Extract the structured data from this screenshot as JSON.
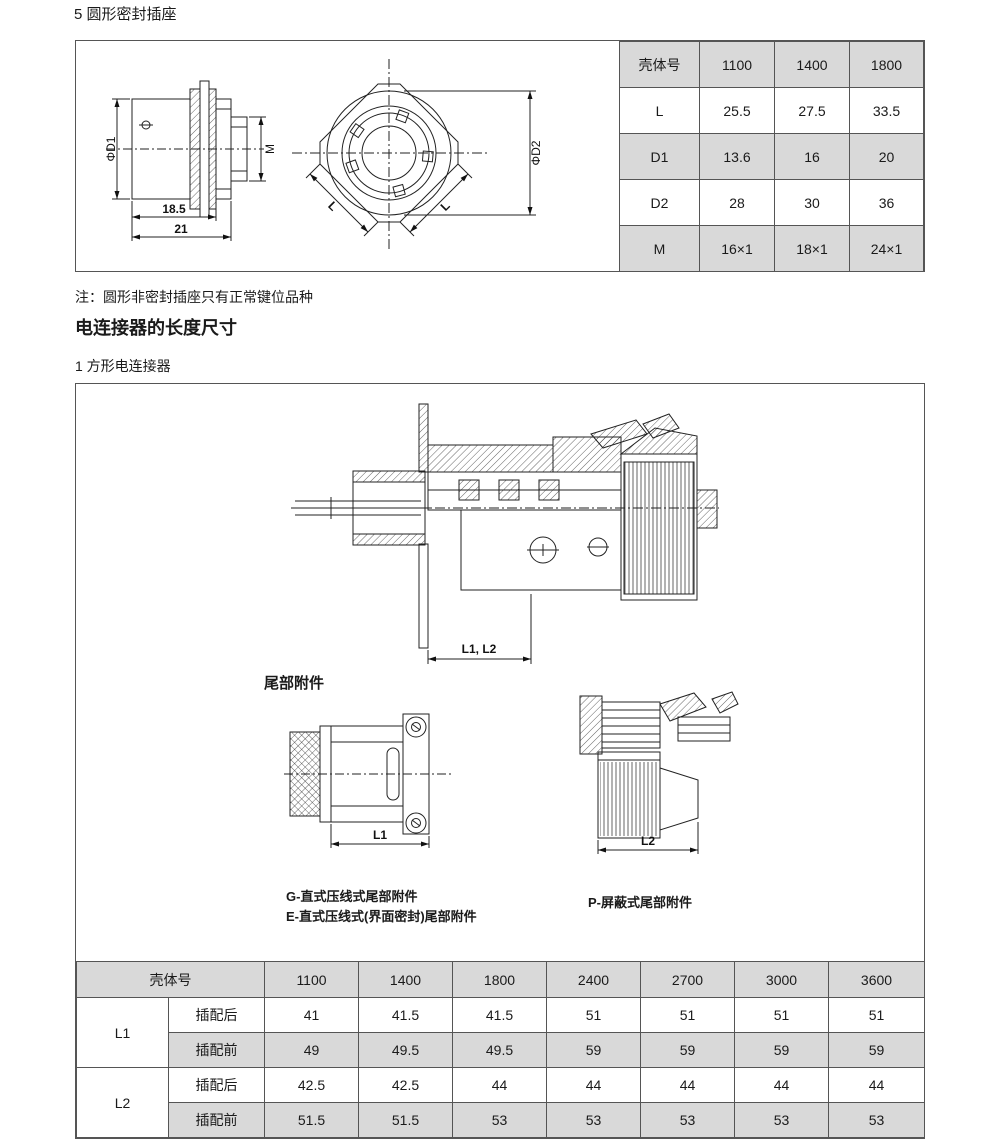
{
  "accent": {
    "cell_gray": "#d9d9d9",
    "line": "#555555"
  },
  "section5": {
    "title": "5 圆形密封插座",
    "note": "注：圆形非密封插座只有正常键位品种"
  },
  "length_section": {
    "title": "电连接器的长度尺寸",
    "sub_title": "1 方形电连接器",
    "tail_title": "尾部附件",
    "dim_label": "L1, L2",
    "l1_label": "L1",
    "l2_label": "L2",
    "g_caption": "G-直式压线式尾部附件",
    "e_caption": "E-直式压线式(界面密封)尾部附件",
    "p_caption": "P-屏蔽式尾部附件"
  },
  "drawing_round": {
    "phi_d1": "ΦD1",
    "m": "M",
    "dim_18_5": "18.5",
    "dim_21": "21",
    "phi_d2": "ΦD2",
    "l_left": "L",
    "l_right": "L"
  },
  "table_round": {
    "headers": [
      "壳体号",
      "1100",
      "1400",
      "1800"
    ],
    "rows": [
      {
        "label": "L",
        "values": [
          "25.5",
          "27.5",
          "33.5"
        ]
      },
      {
        "label": "D1",
        "values": [
          "13.6",
          "16",
          "20"
        ]
      },
      {
        "label": "D2",
        "values": [
          "28",
          "30",
          "36"
        ]
      },
      {
        "label": "M",
        "values": [
          "16×1",
          "18×1",
          "24×1"
        ]
      }
    ]
  },
  "table_length": {
    "col0_header": "壳体号",
    "headers": [
      "1100",
      "1400",
      "1800",
      "2400",
      "2700",
      "3000",
      "3600"
    ],
    "groups": [
      {
        "label": "L1",
        "rows": [
          {
            "label": "插配后",
            "values": [
              "41",
              "41.5",
              "41.5",
              "51",
              "51",
              "51",
              "51"
            ]
          },
          {
            "label": "插配前",
            "values": [
              "49",
              "49.5",
              "49.5",
              "59",
              "59",
              "59",
              "59"
            ]
          }
        ]
      },
      {
        "label": "L2",
        "rows": [
          {
            "label": "插配后",
            "values": [
              "42.5",
              "42.5",
              "44",
              "44",
              "44",
              "44",
              "44"
            ]
          },
          {
            "label": "插配前",
            "values": [
              "51.5",
              "51.5",
              "53",
              "53",
              "53",
              "53",
              "53"
            ]
          }
        ]
      }
    ]
  }
}
